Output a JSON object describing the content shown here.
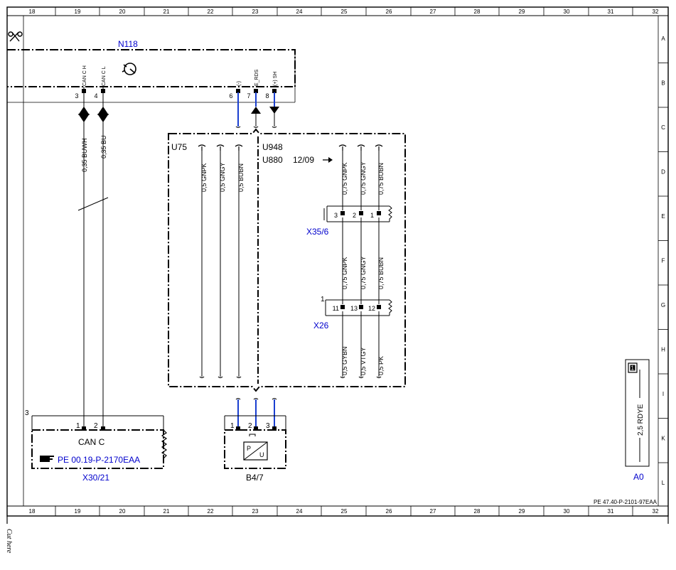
{
  "frame": {
    "columns": [
      "18",
      "19",
      "20",
      "21",
      "22",
      "23",
      "24",
      "25",
      "26",
      "27",
      "28",
      "29",
      "30",
      "31",
      "32"
    ],
    "rows": [
      "A",
      "B",
      "C",
      "D",
      "E",
      "F",
      "G",
      "H",
      "I",
      "K",
      "L"
    ],
    "doc_ref": "PE 47.40-P-2101-97EAA",
    "cut_here": "Cut here"
  },
  "n118": {
    "name": "N118",
    "pins": [
      {
        "num": "3",
        "signal": "CAN C H"
      },
      {
        "num": "4",
        "signal": "CAN C L"
      },
      {
        "num": "6",
        "signal": "(-)"
      },
      {
        "num": "7",
        "signal": "E_RDS"
      },
      {
        "num": "8",
        "signal": "(+) SH"
      }
    ]
  },
  "wires_left": [
    "0,35 BUWH",
    "0,35 BU"
  ],
  "group": {
    "u75": "U75",
    "u948": "U948",
    "u880": "U880",
    "u880_date": "12/09",
    "wires_u75": [
      "0,5 GNPK",
      "0,5 GNGY",
      "0,5 BUBN"
    ],
    "wires_top": [
      "0,75 GNPK",
      "0,75 GNGY",
      "0,75 BUBN"
    ],
    "wires_mid": [
      "0,75 GNPK",
      "0,75 GNGY",
      "0,75 BUBN"
    ],
    "wires_bottom": [
      "0,5 GYBN",
      "0,5 VTGY",
      "0,5 PK"
    ]
  },
  "x35_6": {
    "name": "X35/6",
    "pins": [
      "3",
      "2",
      "1"
    ]
  },
  "x26": {
    "name": "X26",
    "left_num": "1",
    "pins": [
      "11",
      "13",
      "12"
    ]
  },
  "x30_21": {
    "name": "X30/21",
    "label": "CAN C",
    "ref": "PE 00.19-P-2170EAA",
    "left_num": "3",
    "pins": [
      "1",
      "2"
    ]
  },
  "b4_7": {
    "name": "B4/7",
    "pins": [
      "1",
      "2",
      "3"
    ],
    "symbol": {
      "p": "P",
      "u": "U"
    }
  },
  "a0": {
    "name": "A0",
    "icon_label": "1",
    "wire": "2,5 RDYE"
  }
}
